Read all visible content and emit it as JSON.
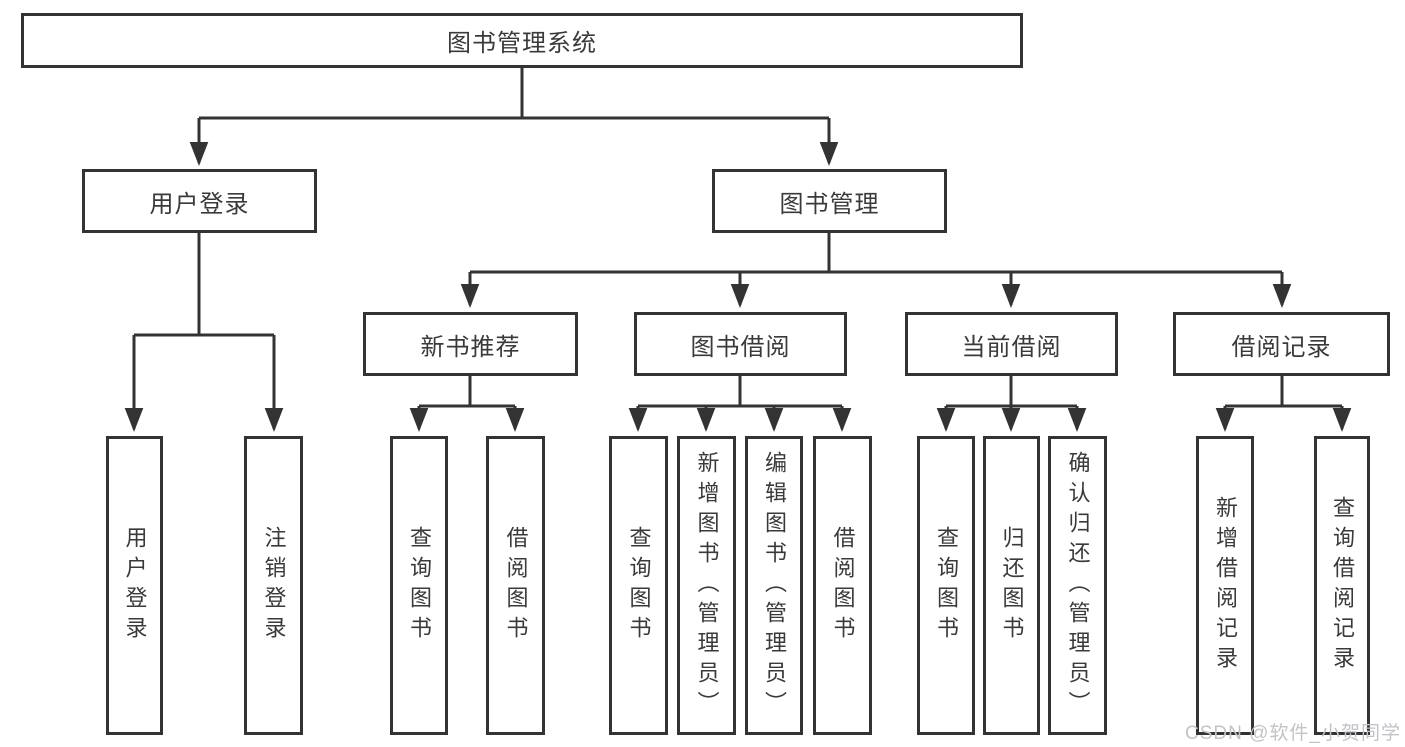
{
  "diagram_title": "图书管理系统",
  "tree": {
    "label": "图书管理系统",
    "children": [
      {
        "label": "用户登录",
        "children": [
          {
            "label": "用户登录"
          },
          {
            "label": "注销登录"
          }
        ]
      },
      {
        "label": "图书管理",
        "children": [
          {
            "label": "新书推荐",
            "children": [
              {
                "label": "查询图书"
              },
              {
                "label": "借阅图书"
              }
            ]
          },
          {
            "label": "图书借阅",
            "children": [
              {
                "label": "查询图书"
              },
              {
                "label": "新增图书（管理员）"
              },
              {
                "label": "编辑图书（管理员）"
              },
              {
                "label": "借阅图书"
              }
            ]
          },
          {
            "label": "当前借阅",
            "children": [
              {
                "label": "查询图书"
              },
              {
                "label": "归还图书"
              },
              {
                "label": "确认归还（管理员）"
              }
            ]
          },
          {
            "label": "借阅记录",
            "children": [
              {
                "label": "新增借阅记录"
              },
              {
                "label": "查询借阅记录"
              }
            ]
          }
        ]
      }
    ]
  },
  "watermark": "CSDN @软件_小贺同学",
  "colors": {
    "line": "#333333",
    "box_border": "#333333",
    "text": "#3a3a3a",
    "background": "#ffffff",
    "watermark": "#c3c3c8"
  }
}
